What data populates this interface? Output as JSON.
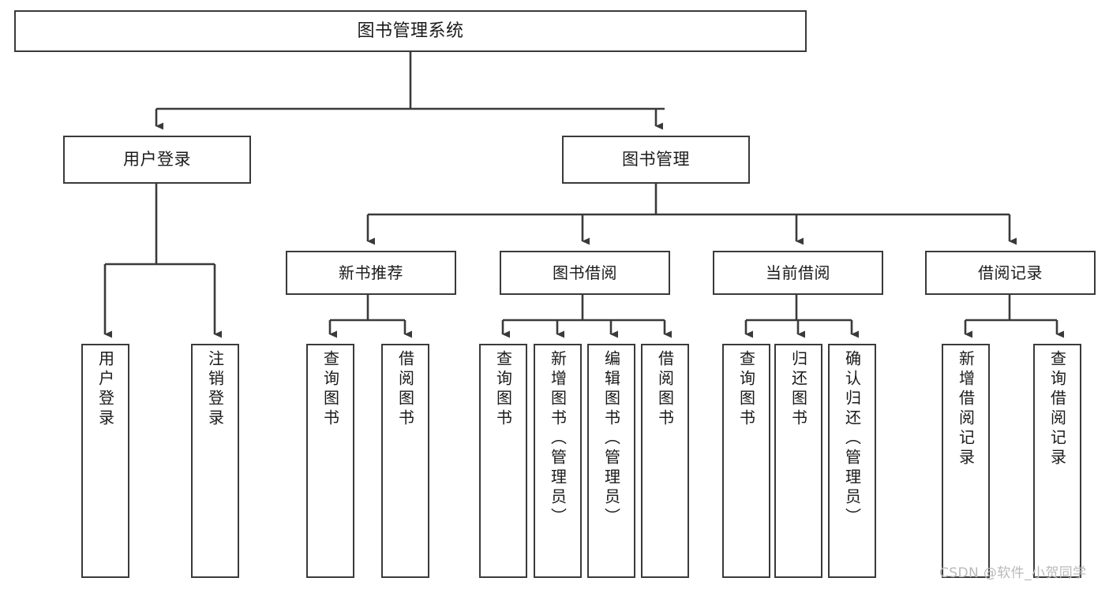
{
  "diagram": {
    "title": "图书管理系统",
    "type": "hierarchy-tree",
    "root": {
      "id": "root",
      "label": "图书管理系统"
    },
    "level1": [
      {
        "id": "user-login",
        "label": "用户登录"
      },
      {
        "id": "book-management",
        "label": "图书管理"
      }
    ],
    "level2": [
      {
        "id": "new-book-recommend",
        "label": "新书推荐",
        "parent": "book-management"
      },
      {
        "id": "book-borrow",
        "label": "图书借阅",
        "parent": "book-management"
      },
      {
        "id": "current-borrow",
        "label": "当前借阅",
        "parent": "book-management"
      },
      {
        "id": "borrow-record",
        "label": "借阅记录",
        "parent": "book-management"
      }
    ],
    "leaves": [
      {
        "id": "leaf-user-login",
        "label": "用户登录",
        "parent": "user-login"
      },
      {
        "id": "leaf-user-logout",
        "label": "注销登录",
        "parent": "user-login"
      },
      {
        "id": "leaf-query-book-1",
        "label": "查询图书",
        "parent": "new-book-recommend"
      },
      {
        "id": "leaf-borrow-book-1",
        "label": "借阅图书",
        "parent": "new-book-recommend"
      },
      {
        "id": "leaf-query-book-2",
        "label": "查询图书",
        "parent": "book-borrow"
      },
      {
        "id": "leaf-add-book",
        "label": "新增图书（管理员）",
        "parent": "book-borrow"
      },
      {
        "id": "leaf-edit-book",
        "label": "编辑图书（管理员）",
        "parent": "book-borrow"
      },
      {
        "id": "leaf-borrow-book-2",
        "label": "借阅图书",
        "parent": "book-borrow"
      },
      {
        "id": "leaf-query-book-3",
        "label": "查询图书",
        "parent": "current-borrow"
      },
      {
        "id": "leaf-return-book",
        "label": "归还图书",
        "parent": "current-borrow"
      },
      {
        "id": "leaf-confirm-return",
        "label": "确认归还（管理员）",
        "parent": "current-borrow"
      },
      {
        "id": "leaf-add-record",
        "label": "新增借阅记录",
        "parent": "borrow-record"
      },
      {
        "id": "leaf-query-record",
        "label": "查询借阅记录",
        "parent": "borrow-record"
      }
    ],
    "watermark": "CSDN @软件_小贺同学",
    "colors": {
      "stroke": "#3a3a3a",
      "background": "#ffffff",
      "text": "#1a1a1a",
      "watermark": "#b9b9b9"
    }
  }
}
